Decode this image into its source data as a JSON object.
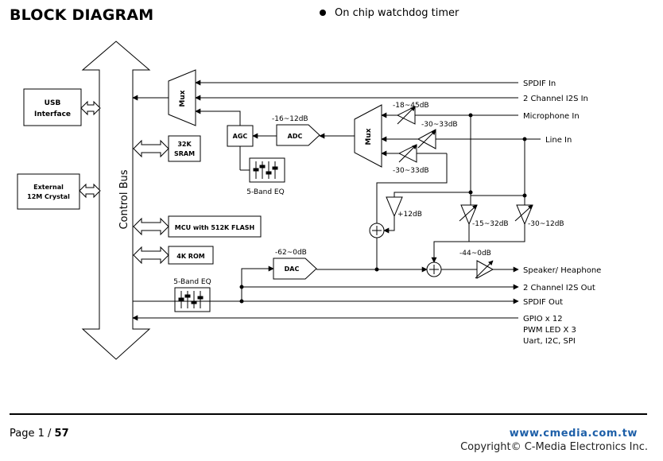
{
  "header": {
    "title": "BLOCK DIAGRAM",
    "bullet": "On chip watchdog timer"
  },
  "blocks": {
    "usb": [
      "USB",
      "Interface"
    ],
    "crystal": [
      "External",
      "12M Crystal"
    ],
    "sram": [
      "32K",
      "SRAM"
    ],
    "mcu": "MCU with 512K FLASH",
    "rom": "4K ROM",
    "bus": "Control Bus",
    "mux": "Mux",
    "agc": "AGC",
    "adc": "ADC",
    "dac": "DAC",
    "eq": "5-Band EQ"
  },
  "gains": {
    "adc": "-16~12dB",
    "mic": "-18~45dB",
    "line": "-30~33dB",
    "loop": "-30~33dB",
    "boost": "+12dB",
    "mic_mix": "-15~32dB",
    "line_mix": "-30~12dB",
    "dac": "-62~0dB",
    "out": "-44~0dB"
  },
  "ports": {
    "spdif_in": "SPDIF In",
    "i2s_in": "2 Channel I2S In",
    "mic_in": "Microphone In",
    "line_in": "Line In",
    "speaker": "Speaker/ Heaphone",
    "i2s_out": "2 Channel I2S Out",
    "spdif_out": "SPDIF Out",
    "gpio": [
      "GPIO x 12",
      "PWM LED X 3",
      "Uart, I2C, SPI"
    ]
  },
  "footer": {
    "page_label": "Page 1 / ",
    "page_total": "57",
    "website": "www.cmedia.com.tw",
    "copyright": "Copyright© C-Media Electronics Inc."
  }
}
